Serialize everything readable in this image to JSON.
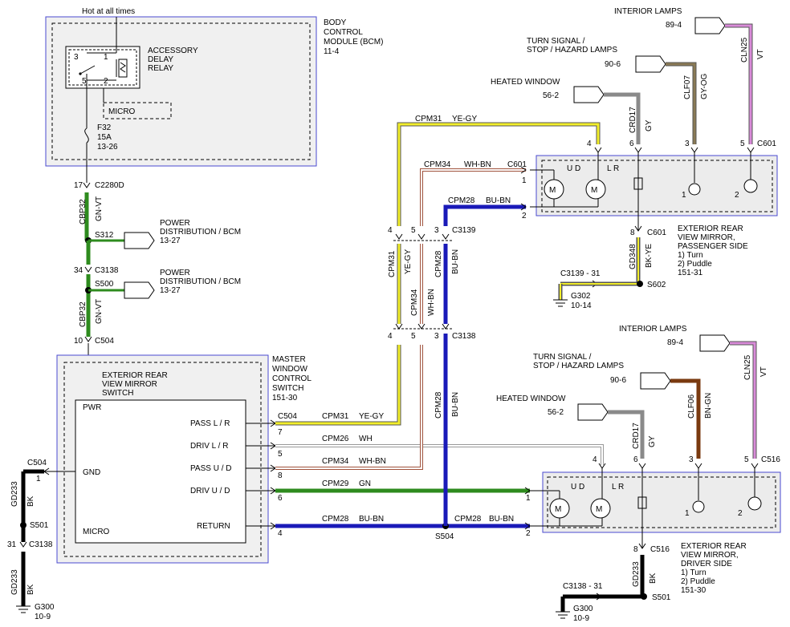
{
  "top": {
    "hot_label": "Hot at all times"
  },
  "bcm": {
    "title_lines": [
      "BODY",
      "CONTROL",
      "MODULE (BCM)",
      "11-4"
    ],
    "relay_lines": [
      "ACCESSORY",
      "DELAY",
      "RELAY"
    ],
    "relay_pins": [
      "3",
      "1",
      "5",
      "2"
    ],
    "micro": "MICRO",
    "fuse_lines": [
      "F32",
      "15A",
      "13-26"
    ]
  },
  "left_chain": {
    "c2280d_pin": "17",
    "c2280d": "C2280D",
    "wire1_circuit": "CBP32",
    "wire1_color": "GN-VT",
    "s312": "S312",
    "pd1_lines": [
      "POWER",
      "DISTRIBUTION / BCM",
      "13-27"
    ],
    "c3138_pin": "34",
    "c3138": "C3138",
    "s500": "S500",
    "pd2_lines": [
      "POWER",
      "DISTRIBUTION / BCM",
      "13-27"
    ],
    "wire2_circuit": "CBP32",
    "wire2_color": "GN-VT",
    "c504_pin": "10",
    "c504": "C504"
  },
  "mwcs": {
    "title_lines": [
      "MASTER",
      "WINDOW",
      "CONTROL",
      "SWITCH",
      "151-30"
    ],
    "inner_lines": [
      "EXTERIOR REAR",
      "VIEW MIRROR",
      "SWITCH"
    ],
    "pwr": "PWR",
    "gnd": "GND",
    "micro": "MICRO",
    "pass_lr": "PASS L / R",
    "driv_lr": "DRIV L / R",
    "pass_ud": "PASS U / D",
    "driv_ud": "DRIV U / D",
    "return": "RETURN"
  },
  "wires": {
    "c504_right": "C504",
    "p7": "7",
    "p5": "5",
    "p8": "8",
    "p6": "6",
    "p4": "4",
    "cpm31": "CPM31",
    "yegy": "YE-GY",
    "cpm26": "CPM26",
    "wh": "WH",
    "cpm34": "CPM34",
    "whbn": "WH-BN",
    "cpm29": "CPM29",
    "gn": "GN",
    "cpm28": "CPM28",
    "bubn": "BU-BN",
    "s504": "S504",
    "cpm28_b": "CPM28",
    "bubn_b": "BU-BN"
  },
  "vertical_bundle": {
    "top_cpm31": "CPM31",
    "top_yegy": "YE-GY",
    "top_cpm34": "CPM34",
    "top_whbn": "WH-BN",
    "top_cpm28": "CPM28",
    "top_bubn": "BU-BN",
    "c601_left": "C601",
    "pin1": "1",
    "pin2": "2",
    "c3139": "C3139",
    "c3139_pins": [
      "4",
      "5",
      "3"
    ],
    "c3138_pins": [
      "4",
      "5",
      "3"
    ],
    "c3138": "C3138",
    "v_cpm31": "CPM31",
    "v_yegy": "YE-GY",
    "v_cpm34": "CPM34",
    "v_whbn": "WH-BN",
    "v_cpm28": "CPM28",
    "v_bubn": "BU-BN",
    "v2_cpm28": "CPM28",
    "v2_bubn": "BU-BN"
  },
  "passenger": {
    "interior_lamps": "INTERIOR LAMPS",
    "interior_ref": "89-4",
    "turn_lines": [
      "TURN SIGNAL /",
      "STOP / HAZARD LAMPS"
    ],
    "turn_ref": "90-6",
    "heated": "HEATED WINDOW",
    "heated_ref": "56-2",
    "crd17": "CRD17",
    "gy": "GY",
    "clf07": "CLF07",
    "gyog": "GY-OG",
    "cln25": "CLN25",
    "vt": "VT",
    "pins_top": [
      "4",
      "6",
      "3",
      "5"
    ],
    "c601": "C601",
    "ud": "U D",
    "lr": "L R",
    "lamp_pin1": "1",
    "lamp_pin2": "2",
    "c601_b_pin": "8",
    "c601_b": "C601",
    "gd348": "GD348",
    "bkye": "BK-YE",
    "title_lines": [
      "EXTERIOR REAR",
      "VIEW MIRROR,",
      "PASSENGER SIDE",
      "1) Turn",
      "2) Puddle",
      "151-31"
    ],
    "c3139_ref": "C3139 - 31",
    "s602": "S602",
    "g302_lines": [
      "G302",
      "10-14"
    ]
  },
  "driver": {
    "interior_lamps": "INTERIOR LAMPS",
    "interior_ref": "89-4",
    "turn_lines": [
      "TURN SIGNAL /",
      "STOP / HAZARD LAMPS"
    ],
    "turn_ref": "90-6",
    "heated": "HEATED WINDOW",
    "heated_ref": "56-2",
    "crd17": "CRD17",
    "gy": "GY",
    "clf06": "CLF06",
    "bngn": "BN-GN",
    "cln25": "CLN25",
    "vt": "VT",
    "pins_top": [
      "4",
      "6",
      "3",
      "5"
    ],
    "c516": "C516",
    "ud": "U D",
    "lr": "L R",
    "lamp_pin1": "1",
    "lamp_pin2": "2",
    "left_pin1": "1",
    "left_pin2": "2",
    "c516_b_pin": "8",
    "c516_b": "C516",
    "gd233": "GD233",
    "bk": "BK",
    "title_lines": [
      "EXTERIOR REAR",
      "VIEW MIRROR,",
      "DRIVER SIDE",
      "1) Turn",
      "2) Puddle",
      "151-30"
    ],
    "c3138_ref": "C3138 - 31",
    "s501": "S501",
    "g300_lines": [
      "G300",
      "10-9"
    ]
  },
  "ground_left": {
    "c504": "C504",
    "pin1": "1",
    "gd233": "GD233",
    "bk": "BK",
    "s501": "S501",
    "c3138_pin": "31",
    "c3138": "C3138",
    "gd233_b": "GD233",
    "bk_b": "BK",
    "g300_lines": [
      "G300",
      "10-9"
    ]
  },
  "colors": {
    "green": "#2e8b1e",
    "blue": "#1a1ab8",
    "yellow": "#f2ee2a",
    "gray": "#8a8a8a",
    "violet": "#d98ad9",
    "brown": "#7a3a10",
    "olive_gray": "#8a7a55",
    "module_border": "#4a4ad0"
  }
}
